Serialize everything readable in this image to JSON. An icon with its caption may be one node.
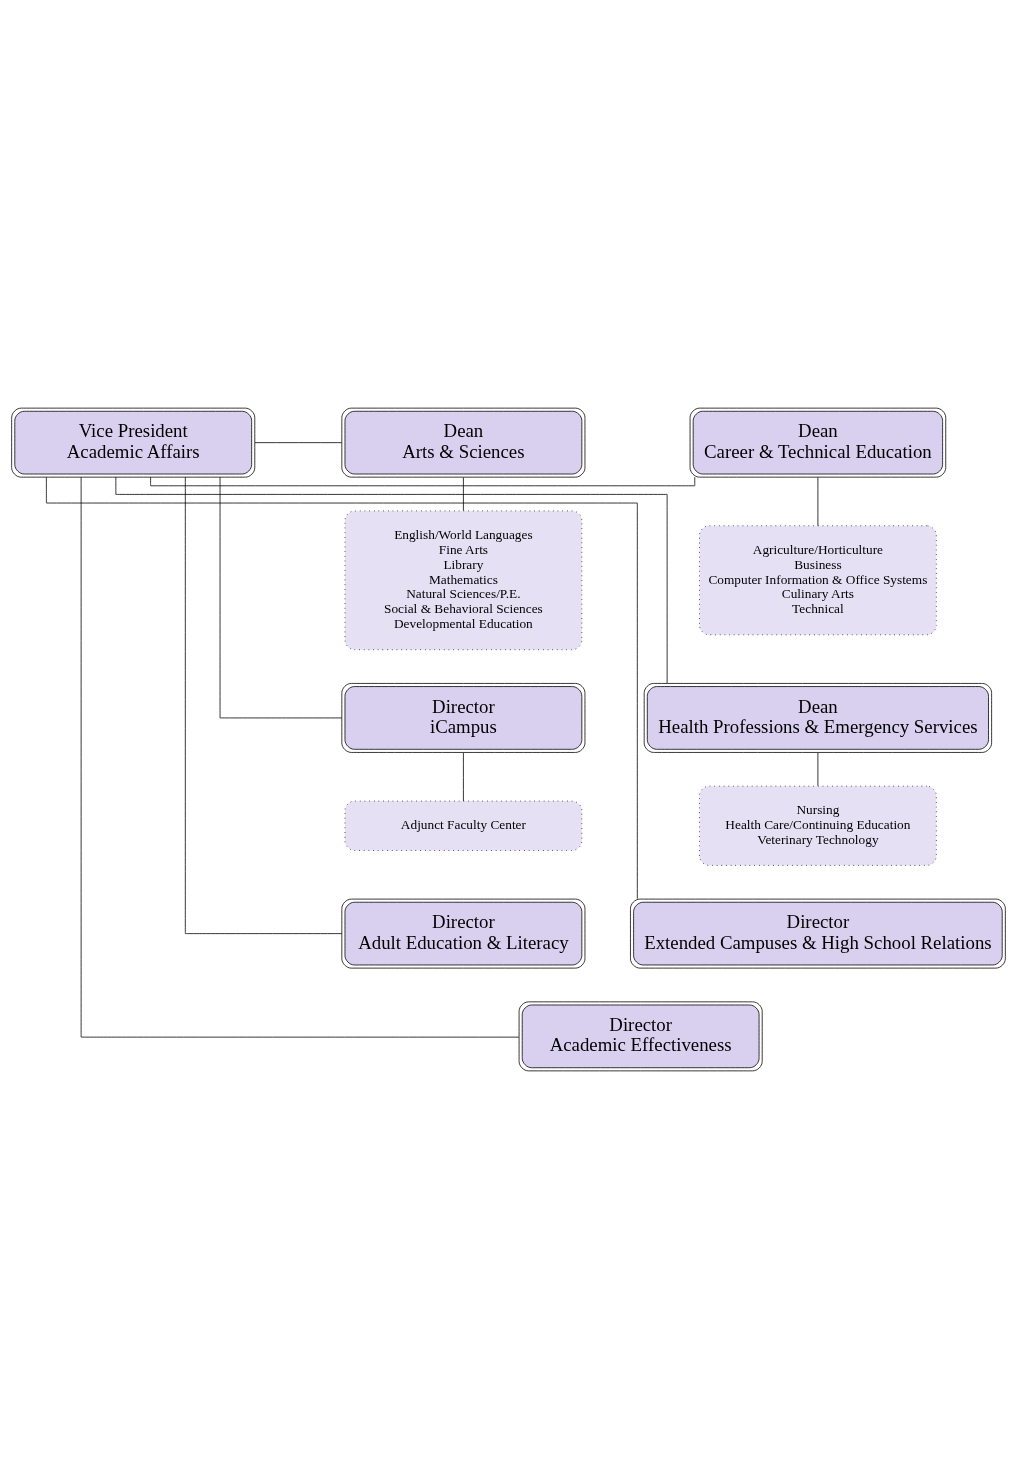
{
  "diagram": {
    "nodes": [
      {
        "text": [
          "Vice President",
          "Academic Affairs"
        ]
      },
      {
        "text": [
          "Dean",
          "Career & Technical Education"
        ]
      },
      {
        "text": [
          "Agriculture/Horticulture",
          "Business",
          "Computer Information & Office Systems",
          "Culinary Arts",
          "Technical"
        ]
      },
      {
        "text": [
          "Dean",
          "Arts & Sciences"
        ]
      },
      {
        "text": [
          "English/World Languages",
          "Fine Arts",
          "Library",
          "Mathematics",
          "Natural Sciences/P.E.",
          "Social & Behavioral Sciences",
          "Developmental Education"
        ]
      },
      {
        "text": [
          "Dean",
          "Health Professions & Emergency Services"
        ]
      },
      {
        "text": [
          "Nursing",
          "Health Care/Continuing Education",
          "Veterinary Technology"
        ]
      },
      {
        "text": [
          "Director",
          "iCampus"
        ]
      },
      {
        "text": [
          "Adjunct Faculty Center"
        ]
      },
      {
        "text": [
          "Director",
          "Extended Campuses & High School Relations"
        ]
      },
      {
        "text": [
          "Director",
          "Adult Education & Literacy"
        ]
      },
      {
        "text": [
          "Director",
          "Academic Effectiveness"
        ]
      }
    ],
    "edges": [
      {
        "from": 0,
        "to": 1,
        "arrow": "none"
      },
      {
        "from": 0,
        "to": 3,
        "arrow": "none"
      },
      {
        "from": 1,
        "to": 2,
        "arrow": "none"
      },
      {
        "from": 3,
        "to": 4,
        "arrow": "none"
      },
      {
        "from": 0,
        "to": 5,
        "arrow": "none"
      },
      {
        "from": 0,
        "to": 7,
        "arrow": "none"
      },
      {
        "from": 5,
        "to": 6,
        "arrow": "none"
      },
      {
        "from": 7,
        "to": 8,
        "arrow": "none"
      },
      {
        "from": 0,
        "to": 9,
        "arrow": "none"
      },
      {
        "from": 0,
        "to": 10,
        "arrow": "none"
      },
      {
        "from": 0,
        "to": 11,
        "arrow": "none"
      }
    ]
  }
}
